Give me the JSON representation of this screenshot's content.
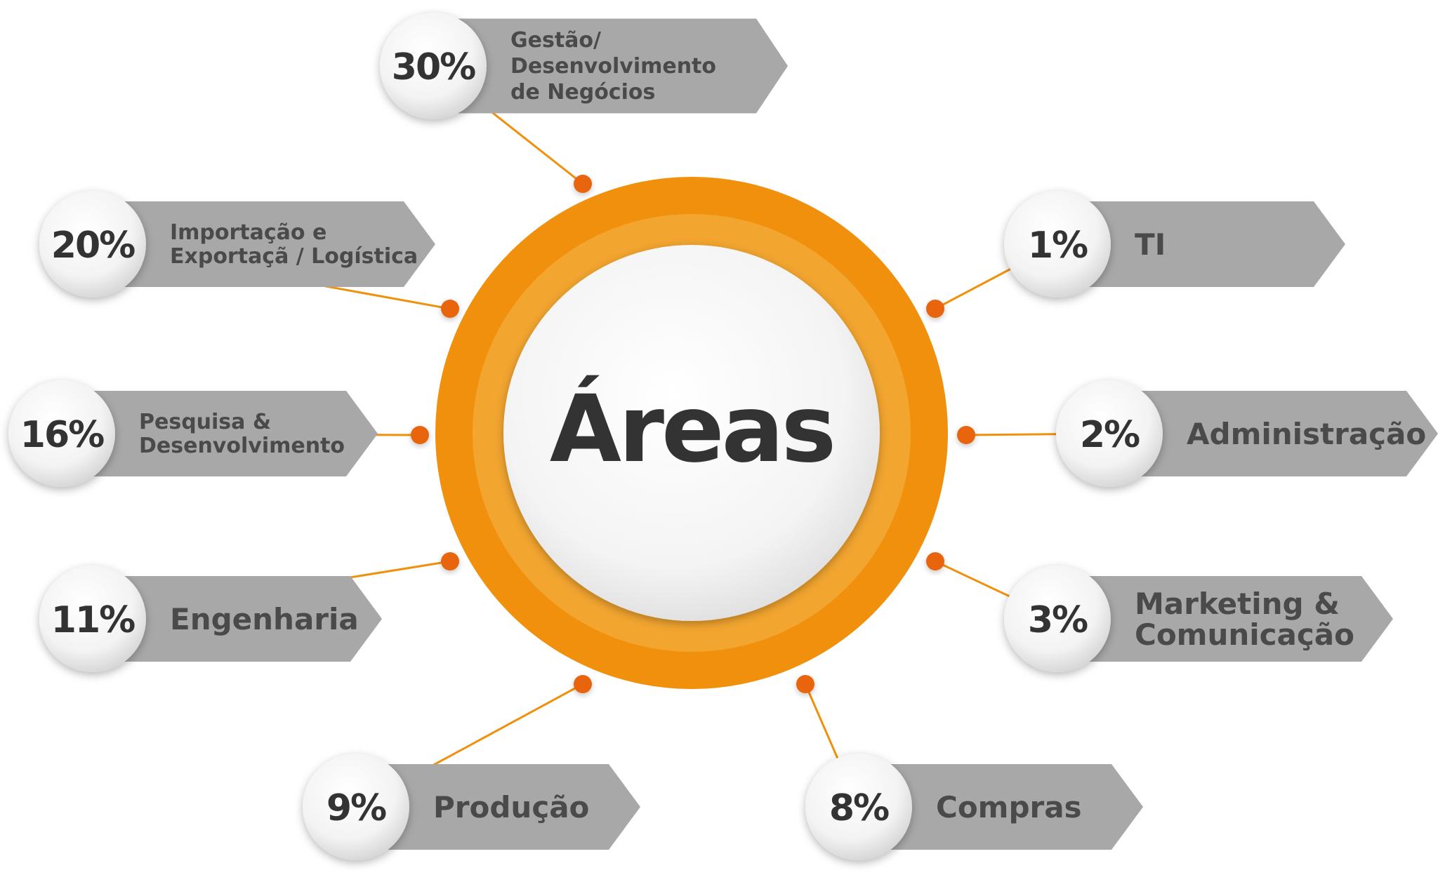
{
  "center": {
    "title": "Áreas"
  },
  "colors": {
    "ring_outer": "#F0900C",
    "ring_inner": "#F2A52F",
    "connector": "#F0900C",
    "dot": "#E8650A",
    "label_bg": "#A8A8A8",
    "text_dark": "#333333"
  },
  "areas": [
    {
      "id": "gestao",
      "percent": "30%",
      "label": [
        "Gestão/",
        "Desenvolvimento",
        "de Negócios"
      ]
    },
    {
      "id": "importacao",
      "percent": "20%",
      "label": [
        "Importação e",
        "Exportaçã / Logística"
      ]
    },
    {
      "id": "pesquisa",
      "percent": "16%",
      "label": [
        "Pesquisa &",
        "Desenvolvimento"
      ]
    },
    {
      "id": "engenharia",
      "percent": "11%",
      "label": [
        "Engenharia"
      ]
    },
    {
      "id": "producao",
      "percent": "9%",
      "label": [
        "Produção"
      ]
    },
    {
      "id": "compras",
      "percent": "8%",
      "label": [
        "Compras"
      ]
    },
    {
      "id": "marketing",
      "percent": "3%",
      "label": [
        "Marketing &",
        "Comunicação"
      ]
    },
    {
      "id": "administracao",
      "percent": "2%",
      "label": [
        "Administração"
      ]
    },
    {
      "id": "ti",
      "percent": "1%",
      "label": [
        "TI"
      ]
    }
  ]
}
